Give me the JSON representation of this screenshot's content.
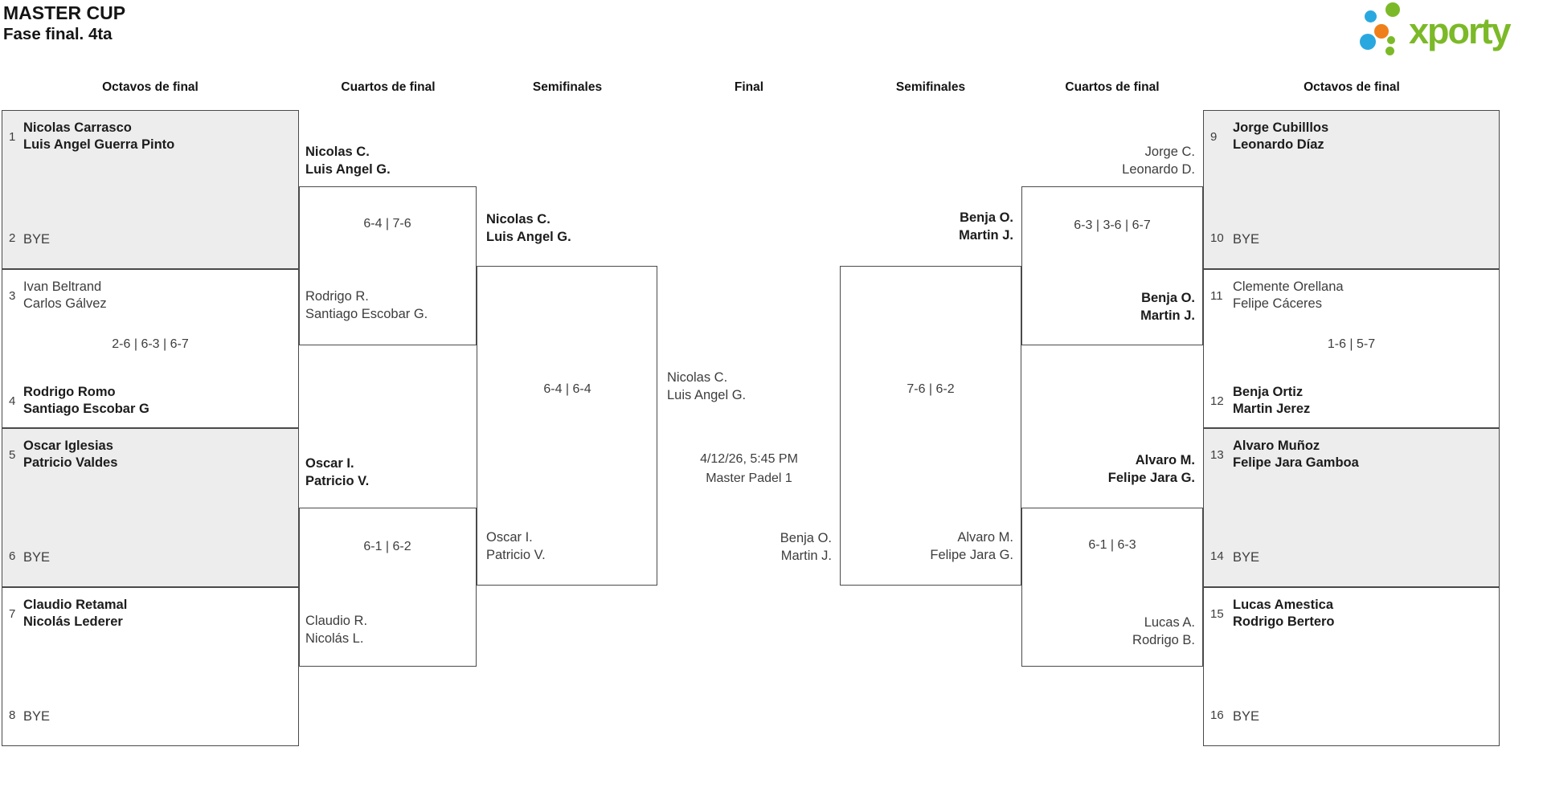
{
  "title": {
    "line1": "MASTER CUP",
    "line2": "Fase final. 4ta"
  },
  "logo": {
    "text": "xporty",
    "green": "#7cb928",
    "blue": "#29a8e0",
    "orange": "#ef7f1a"
  },
  "headers": [
    "Octavos de final",
    "Cuartos de final",
    "Semifinales",
    "Final",
    "Semifinales",
    "Cuartos de final",
    "Octavos de final"
  ],
  "colors": {
    "shade": "#ededed",
    "border": "#4a4a4a",
    "text": "#3d3d3d",
    "text_winner": "#1c1c1c"
  },
  "bracket": {
    "r16_left": [
      {
        "shaded": true,
        "a": {
          "seed": "1",
          "lines": [
            "Nicolas Carrasco",
            "Luis Angel Guerra Pinto"
          ],
          "bold": true
        },
        "b": {
          "seed": "2",
          "lines": [
            "BYE"
          ],
          "bold": false
        },
        "score": ""
      },
      {
        "shaded": false,
        "a": {
          "seed": "3",
          "lines": [
            "Ivan Beltrand",
            "Carlos Gálvez"
          ],
          "bold": false
        },
        "b": {
          "seed": "4",
          "lines": [
            "Rodrigo Romo",
            "Santiago Escobar G"
          ],
          "bold": true
        },
        "score": "2-6 | 6-3 | 6-7"
      },
      {
        "shaded": true,
        "a": {
          "seed": "5",
          "lines": [
            "Oscar Iglesias",
            "Patricio Valdes"
          ],
          "bold": true
        },
        "b": {
          "seed": "6",
          "lines": [
            "BYE"
          ],
          "bold": false
        },
        "score": ""
      },
      {
        "shaded": false,
        "a": {
          "seed": "7",
          "lines": [
            "Claudio Retamal",
            "Nicolás Lederer"
          ],
          "bold": true
        },
        "b": {
          "seed": "8",
          "lines": [
            "BYE"
          ],
          "bold": false
        },
        "score": ""
      }
    ],
    "r16_right": [
      {
        "shaded": true,
        "a": {
          "seed": "9",
          "lines": [
            "Jorge Cubilllos",
            "Leonardo Díaz"
          ],
          "bold": true
        },
        "b": {
          "seed": "10",
          "lines": [
            "BYE"
          ],
          "bold": false
        },
        "score": ""
      },
      {
        "shaded": false,
        "a": {
          "seed": "11",
          "lines": [
            "Clemente Orellana",
            "Felipe Cáceres"
          ],
          "bold": false
        },
        "b": {
          "seed": "12",
          "lines": [
            "Benja Ortiz",
            "Martin Jerez"
          ],
          "bold": true
        },
        "score": "1-6 | 5-7"
      },
      {
        "shaded": true,
        "a": {
          "seed": "13",
          "lines": [
            "Alvaro Muñoz",
            "Felipe Jara Gamboa"
          ],
          "bold": true
        },
        "b": {
          "seed": "14",
          "lines": [
            "BYE"
          ],
          "bold": false
        },
        "score": ""
      },
      {
        "shaded": false,
        "a": {
          "seed": "15",
          "lines": [
            "Lucas Amestica",
            "Rodrigo Bertero"
          ],
          "bold": true
        },
        "b": {
          "seed": "16",
          "lines": [
            "BYE"
          ],
          "bold": false
        },
        "score": ""
      }
    ],
    "qf_left": [
      {
        "top": [
          "Nicolas C.",
          "Luis Angel G."
        ],
        "top_bold": true,
        "score": "6-4 | 7-6",
        "bottom": [
          "Rodrigo R.",
          "Santiago Escobar G."
        ],
        "bottom_bold": false
      },
      {
        "top": [
          "Oscar I.",
          "Patricio V."
        ],
        "top_bold": true,
        "score": "6-1 | 6-2",
        "bottom": [
          "Claudio R.",
          "Nicolás L."
        ],
        "bottom_bold": false
      }
    ],
    "qf_right": [
      {
        "top": [
          "Jorge C.",
          "Leonardo D."
        ],
        "top_bold": false,
        "score": "6-3 | 3-6 | 6-7",
        "bottom": [
          "Benja O.",
          "Martin J."
        ],
        "bottom_bold": true
      },
      {
        "top": [
          "Alvaro M.",
          "Felipe Jara G."
        ],
        "top_bold": true,
        "score": "6-1 | 6-3",
        "bottom": [
          "Lucas A.",
          "Rodrigo B."
        ],
        "bottom_bold": false
      }
    ],
    "sf_left": {
      "top": [
        "Nicolas C.",
        "Luis Angel G."
      ],
      "top_bold": true,
      "score": "6-4 | 6-4",
      "bottom": [
        "Oscar I.",
        "Patricio V."
      ],
      "bottom_bold": false
    },
    "sf_right": {
      "top": [
        "Benja O.",
        "Martin J."
      ],
      "top_bold": true,
      "score": "7-6 | 6-2",
      "bottom": [
        "Alvaro M.",
        "Felipe Jara G."
      ],
      "bottom_bold": false
    },
    "final": {
      "left": [
        "Nicolas C.",
        "Luis Angel G."
      ],
      "right": [
        "Benja O.",
        "Martin J."
      ],
      "datetime": "4/12/26, 5:45 PM",
      "venue": "Master Padel 1"
    }
  }
}
